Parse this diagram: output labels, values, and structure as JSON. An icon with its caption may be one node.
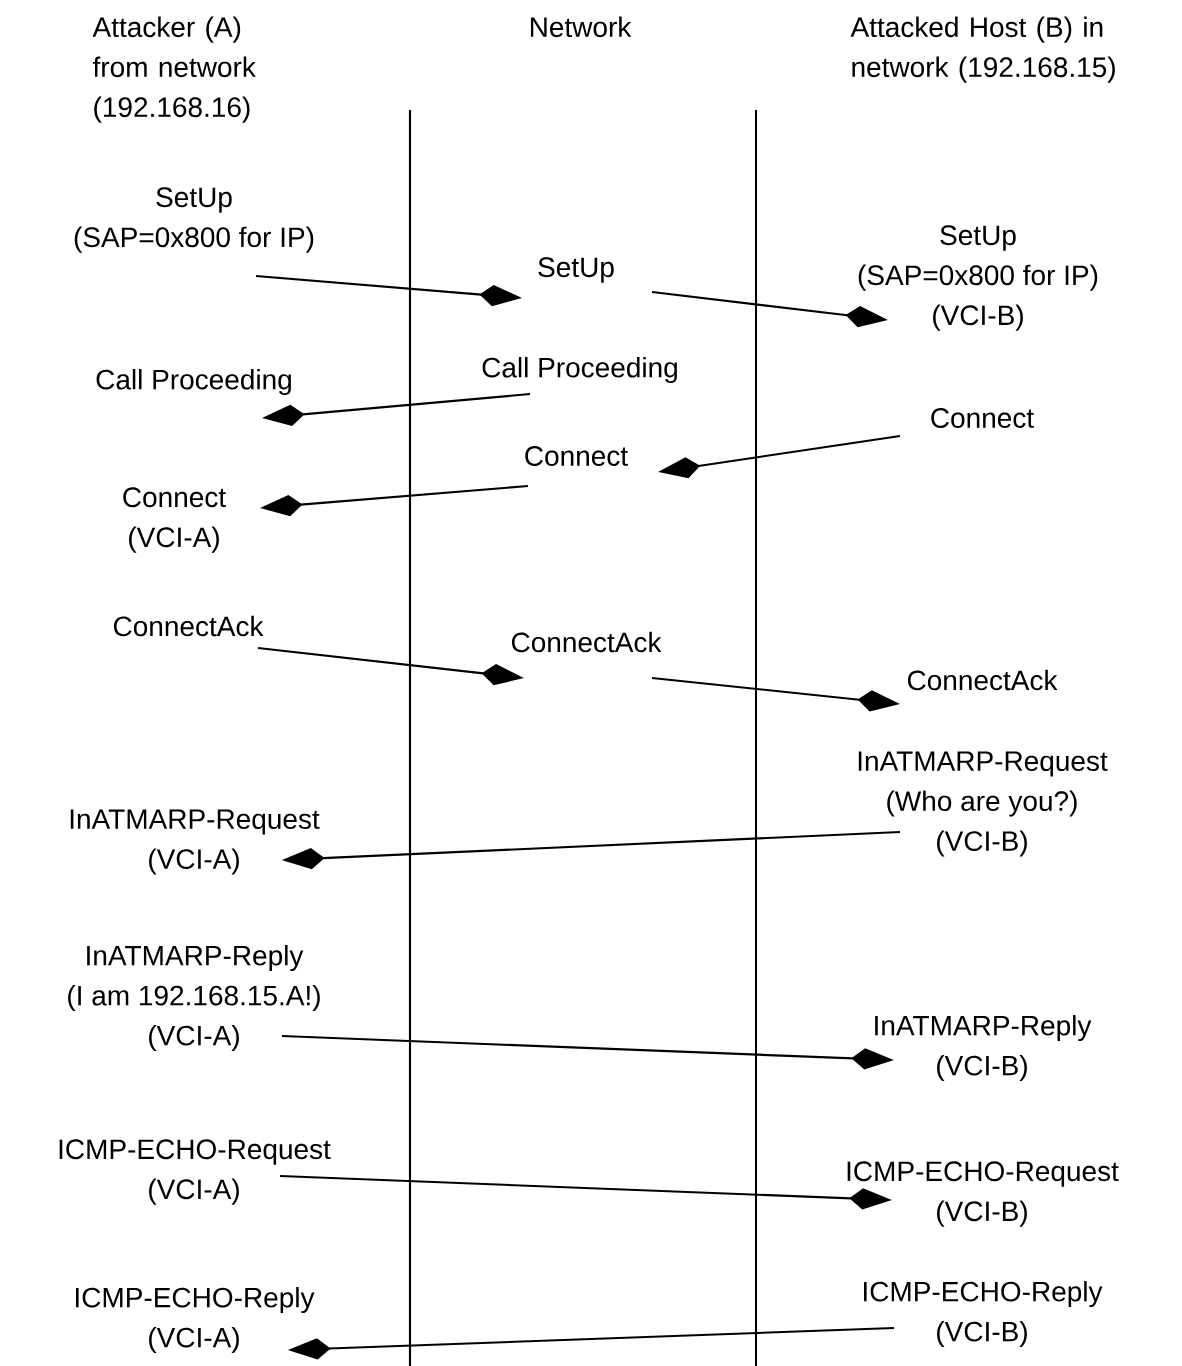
{
  "diagram": {
    "nodes": [
      {
        "text": [
          "SetUp",
          "(SAP=0x800 for IP)"
        ]
      },
      {
        "text": [
          "SetUp"
        ]
      },
      {
        "text": [
          "SetUp",
          "(SAP=0x800 for IP)",
          "(VCI-B)"
        ]
      },
      {
        "text": [
          "Call Proceeding"
        ]
      },
      {
        "text": [
          "Call Proceeding"
        ]
      },
      {
        "text": [
          "Connect"
        ]
      },
      {
        "text": [
          "Connect"
        ]
      },
      {
        "text": [
          "Connect",
          "(VCI-A)"
        ]
      },
      {
        "text": [
          "ConnectAck"
        ]
      },
      {
        "text": [
          "ConnectAck"
        ]
      },
      {
        "text": [
          "ConnectAck"
        ]
      },
      {
        "text": [
          "InATMARP-Request",
          "(Who are you?)",
          "(VCI-B)"
        ]
      },
      {
        "text": [
          "InATMARP-Request",
          "(VCI-A)"
        ]
      },
      {
        "text": [
          "InATMARP-Reply",
          "(I am 192.168.15.A!)",
          "(VCI-A)"
        ]
      },
      {
        "text": [
          "InATMARP-Reply",
          "(VCI-B)"
        ]
      },
      {
        "text": [
          "ICMP-ECHO-Request",
          "(VCI-A)"
        ]
      },
      {
        "text": [
          "ICMP-ECHO-Request",
          "(VCI-B)"
        ]
      },
      {
        "text": [
          "ICMP-ECHO-Reply",
          "(VCI-A)"
        ]
      },
      {
        "text": [
          "ICMP-ECHO-Reply",
          "(VCI-B)"
        ]
      }
    ],
    "edges": [
      {
        "from": 0,
        "to": 1,
        "arrow": "to"
      },
      {
        "from": 1,
        "to": 2,
        "arrow": "to"
      },
      {
        "from": 3,
        "to": 4,
        "arrow": "to"
      },
      {
        "from": 5,
        "to": 6,
        "arrow": "to"
      },
      {
        "from": 6,
        "to": 7,
        "arrow": "to"
      },
      {
        "from": 8,
        "to": 9,
        "arrow": "to"
      },
      {
        "from": 9,
        "to": 10,
        "arrow": "to"
      },
      {
        "from": 11,
        "to": 12,
        "arrow": "to"
      },
      {
        "from": 13,
        "to": 14,
        "arrow": "to"
      },
      {
        "from": 15,
        "to": 16,
        "arrow": "to"
      },
      {
        "from": 18,
        "to": 17,
        "arrow": "to"
      }
    ],
    "labels": [
      "Attacker (A) from network (192.168.16)",
      "Network",
      "Attacked Host (B) in network (192.168.15)"
    ]
  }
}
